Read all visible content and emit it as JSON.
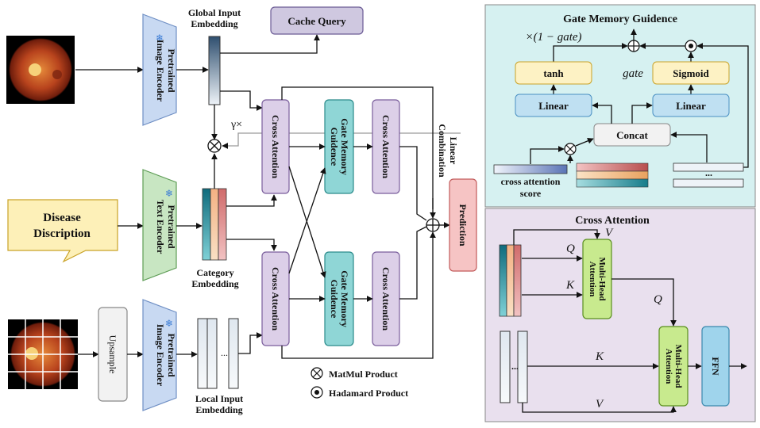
{
  "main": {
    "global_input_embedding": [
      "Global Input",
      "Embedding"
    ],
    "cache_query": "Cache Query",
    "pretrained_image_encoder": [
      "Pretrained",
      "Image Encoder"
    ],
    "pretrained_text_encoder": [
      "Pretrained",
      "Text Encoder"
    ],
    "disease_description": [
      "Disease",
      "Discription"
    ],
    "category_embedding": [
      "Category",
      "Embedding"
    ],
    "upsample": "Upsample",
    "local_input_embedding": [
      "Local Input",
      "Embedding"
    ],
    "cross_attention": "Cross Attention",
    "gate_memory_guidence_block": [
      "Gate Memory",
      "Guidence"
    ],
    "linear_combination": [
      "Linear",
      "Combination"
    ],
    "prediction": "Prediction",
    "gamma_label": "γ×",
    "ellipsis": "...",
    "legend": {
      "matmul": "MatMul Product",
      "hadamard": "Hadamard Product"
    }
  },
  "gate_panel": {
    "title": "Gate Memory Guidence",
    "one_minus_gate": "×(1 − gate)",
    "tanh": "tanh",
    "gate": "gate",
    "sigmoid": "Sigmoid",
    "linear": "Linear",
    "concat": "Concat",
    "cross_attention_score": [
      "cross attention",
      "score"
    ],
    "ellipsis": "..."
  },
  "attn_panel": {
    "title": "Cross Attention",
    "multi_head_attention": [
      "Multi-Head",
      "Attention"
    ],
    "ffn": "FFN",
    "q": "Q",
    "k": "K",
    "v": "V",
    "ellipsis": "..."
  },
  "colors": {
    "encoder": "#c8d9f2",
    "text_encoder": "#c8e6c2",
    "cross_attn_block": "#dccfe8",
    "gate_block": "#8fd6d6",
    "prediction": "#f6c4c4",
    "cache_query": "#cfc8e0",
    "disease_box": "#fdf0b8",
    "gate_panel_bg": "#d6f1f1",
    "attn_panel_bg": "#e9e0ee",
    "linear": "#bfe0f2",
    "tanh_sigmoid": "#fdf2c4",
    "mha": "#c8ea8e",
    "ffn": "#9fd4ec"
  },
  "icons": [
    "snowflake-icon",
    "matmul-icon",
    "hadamard-icon",
    "oplus-icon"
  ]
}
